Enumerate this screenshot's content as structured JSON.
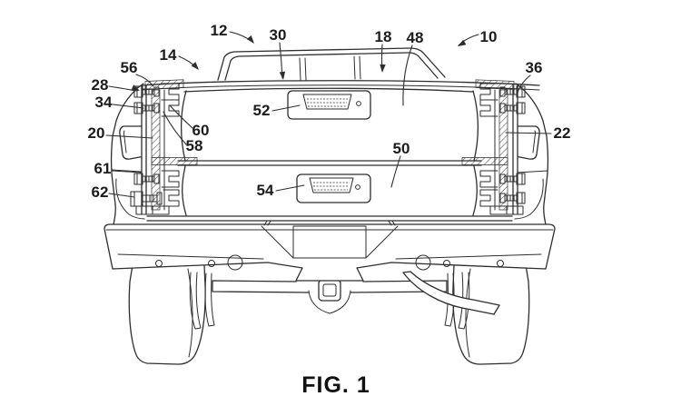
{
  "figure": {
    "caption": "FIG. 1"
  },
  "labels": {
    "10": "10",
    "12": "12",
    "14": "14",
    "18": "18",
    "20": "20",
    "22": "22",
    "28": "28",
    "30": "30",
    "34": "34",
    "36": "36",
    "48": "48",
    "50": "50",
    "52": "52",
    "54": "54",
    "56": "56",
    "58": "58",
    "60": "60",
    "61": "61",
    "62": "62"
  },
  "colors": {
    "line": "#2e2e2e",
    "background": "#ffffff"
  }
}
